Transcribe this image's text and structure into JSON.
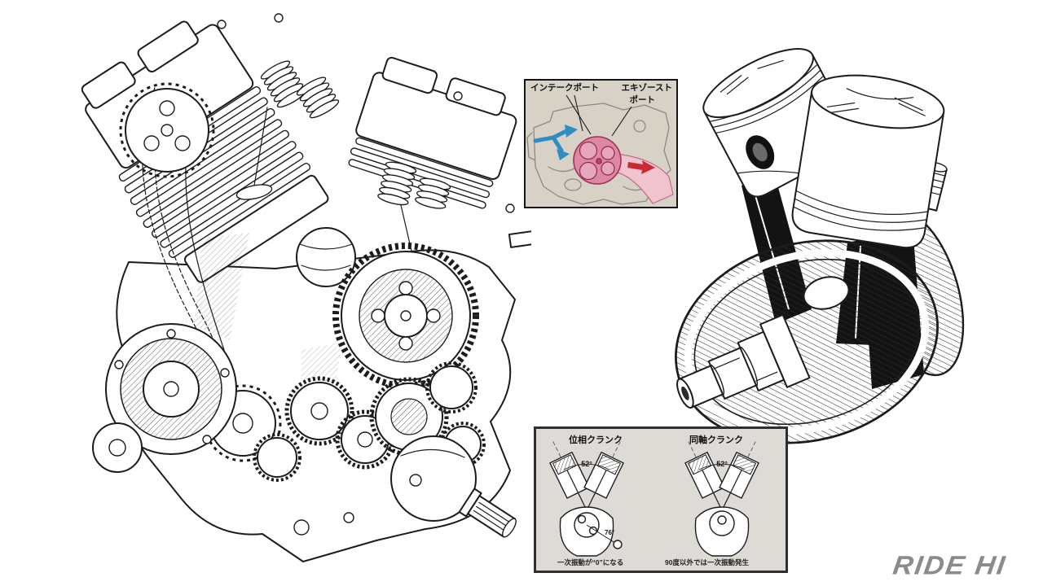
{
  "watermark": {
    "text": "RIDE HI"
  },
  "ports_inset": {
    "intake_label": "インテークポート",
    "exhaust_label_line1": "エキゾースト",
    "exhaust_label_line2": "ポート"
  },
  "cranks_inset": {
    "left_title": "位相クランク",
    "right_title": "同軸クランク",
    "left_angle_top": "52°",
    "left_angle_offset": "76°",
    "right_angle_top": "52°",
    "left_caption": "一次振動が“0”になる",
    "right_caption": "90度以外では一次振動発生"
  },
  "illustrations": {
    "engine": "engine-cutaway-drawing",
    "crankshaft": "crankshaft-with-pistons-drawing",
    "ports": "cylinder-head-port-section",
    "cranks": "v-twin-crank-comparison"
  },
  "colors": {
    "ports_bg": "#d7d1c6",
    "cranks_bg": "#dedbd6",
    "intake_arrow": "#2e8ec4",
    "exhaust_arrow": "#cb2a33",
    "chamber_pink": "#dd87a5",
    "duct_pink": "#f0c4cf",
    "line_art": "#1c1c1c",
    "watermark_gray": "#8b8b8b"
  }
}
